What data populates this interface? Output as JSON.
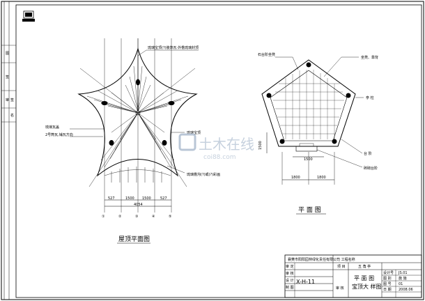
{
  "roof_plan": {
    "title": "屋顶平面图",
    "note_top": "琉璃宝顶(?)装饰瓦·外檐琉璃封顶",
    "note_left_1": "琉璃瓦盖",
    "note_left_2": "2号筒瓦,铺瓦方向",
    "note_right_1": "琉璃宝顶",
    "note_right_2": "琉璃檐沟(?)或(?)彩画",
    "dim_1": "527",
    "dim_2": "1500",
    "dim_3": "1500",
    "dim_4": "527",
    "dim_total": "4054",
    "axis_1": "①",
    "axis_2": "②",
    "axis_3": "③",
    "axis_4": "④",
    "axis_5": "⑤"
  },
  "floor_plan": {
    "title": "平 面 图",
    "note_top_left": "石台阶坐凳",
    "note_top_right": "坐凳、靠背",
    "note_right_1": "亭 柱",
    "note_right_2": "台 阶",
    "note_right_3": "砖砌台阶",
    "dim_left": "1500",
    "dim_inner": "1500",
    "dim_bottom_1": "1800",
    "dim_bottom_2": "1800"
  },
  "title_block": {
    "company": "襄樊市阳阳园林绿化责任有限公司 工程名称",
    "project_label": "项 目",
    "project": "五 角 亭",
    "drawing_name_1": "平 面 图",
    "drawing_name_2": "宝顶大 样图",
    "scale_label": "X-H-11",
    "stamp": "审 核",
    "design_label": "设计号",
    "design_value": "JS.01",
    "draw_label": "图 别",
    "draw_value": "施 施",
    "sheet_label": "图 号",
    "sheet_value": "01",
    "date_label": "日 期",
    "date_value": "2008.06",
    "row_labels": [
      "审 定",
      "审 核",
      "设 计",
      "制 图"
    ]
  },
  "left_strip": {
    "labels": [
      "图",
      "签",
      "审",
      "签",
      "名"
    ]
  },
  "watermark": {
    "text": "土木在线",
    "url": "coi88.com"
  }
}
